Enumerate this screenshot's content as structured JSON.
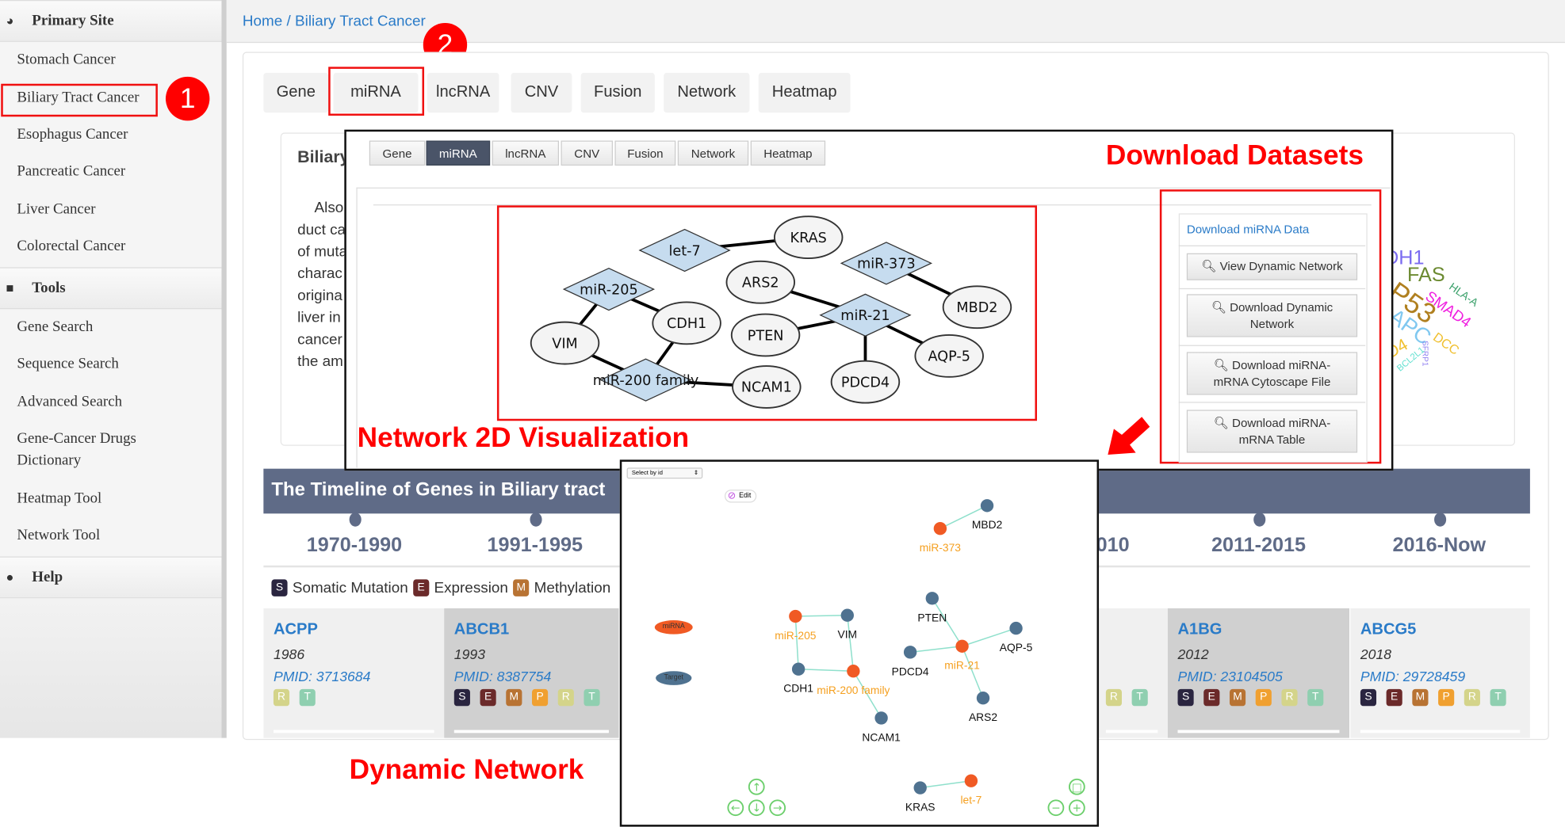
{
  "sidebar": {
    "primary_site_header": "Primary Site",
    "primary_items": [
      "Stomach Cancer",
      "Biliary Tract Cancer",
      "Esophagus Cancer",
      "Pancreatic Cancer",
      "Liver Cancer",
      "Colorectal Cancer"
    ],
    "tools_header": "Tools",
    "tool_items": [
      "Gene Search",
      "Sequence Search",
      "Advanced Search",
      "Gene-Cancer Drugs",
      "Dictionary",
      "Heatmap Tool",
      "Network Tool"
    ],
    "help_header": "Help"
  },
  "breadcrumb": "Home / Biliary Tract Cancer",
  "tabs": [
    "Gene",
    "miRNA",
    "lncRNA",
    "CNV",
    "Fusion",
    "Network",
    "Heatmap"
  ],
  "card": {
    "title": "Biliary",
    "text_lines": [
      "Also",
      "duct ca",
      "of muta",
      "charac",
      "origina",
      "liver in",
      "cancer",
      "the am"
    ]
  },
  "overlay": {
    "tabs": [
      "Gene",
      "miRNA",
      "lncRNA",
      "CNV",
      "Fusion",
      "Network",
      "Heatmap"
    ],
    "download_datasets_label": "Download Datasets",
    "network_2d_label": "Network 2D Visualization",
    "download_link": "Download miRNA Data",
    "buttons": [
      {
        "line1": "View Dynamic Network",
        "line2": ""
      },
      {
        "line1": "Download Dynamic",
        "line2": "Network"
      },
      {
        "line1": "Download miRNA-",
        "line2": "mRNA Cytoscape File"
      },
      {
        "line1": "Download miRNA-",
        "line2": "mRNA Table"
      }
    ],
    "network_nodes": [
      "let-7",
      "KRAS",
      "miR-373",
      "ARS2",
      "miR-205",
      "CDH1",
      "MBD2",
      "miR-21",
      "PTEN",
      "VIM",
      "AQP-5",
      "miR-200 family",
      "NCAM1",
      "PDCD4"
    ]
  },
  "wordcloud": [
    "DH1",
    "FAS",
    "HLA-A",
    "SMAD4",
    "P53",
    "APC",
    "DCC",
    "SFRP1",
    "BCL2L1",
    "D4"
  ],
  "timeline": {
    "title": "The Timeline of Genes in Biliary tract",
    "periods": [
      "1970-1990",
      "1991-1995",
      "010",
      "2011-2015",
      "2016-Now"
    ],
    "legend": [
      {
        "code": "S",
        "label": "Somatic Mutation"
      },
      {
        "code": "E",
        "label": "Expression"
      },
      {
        "code": "M",
        "label": "Methylation"
      }
    ],
    "genes": [
      {
        "name": "ACPP",
        "year": "1986",
        "pmid": "PMID: 3713684",
        "badges": [
          "R",
          "T"
        ]
      },
      {
        "name": "ABCB1",
        "year": "1993",
        "pmid": "PMID: 8387754",
        "badges": [
          "S",
          "E",
          "M",
          "P",
          "R",
          "T"
        ]
      },
      {
        "name": "",
        "year": "",
        "pmid": "",
        "badges": [
          "R",
          "T"
        ]
      },
      {
        "name": "A1BG",
        "year": "2012",
        "pmid": "PMID: 23104505",
        "badges": [
          "S",
          "E",
          "M",
          "P",
          "R",
          "T"
        ]
      },
      {
        "name": "ABCG5",
        "year": "2018",
        "pmid": "PMID: 29728459",
        "badges": [
          "S",
          "E",
          "M",
          "P",
          "R",
          "T"
        ]
      }
    ],
    "badge_colors": {
      "S": "#2a2540",
      "E": "#6b2a2a",
      "M": "#b87333",
      "P": "#f0a030",
      "R": "#d4d48a",
      "T": "#8fcfb0"
    }
  },
  "dynamic_network": {
    "label": "Dynamic Network",
    "select_placeholder": "Select by id",
    "edit_label": "Edit",
    "legend_mirna": "miRNA",
    "legend_target": "Target",
    "mirna_color": "#f05a24",
    "target_color": "#4f7290",
    "nodes": [
      "miR-373",
      "MBD2",
      "PTEN",
      "AQP-5",
      "miR-21",
      "PDCD4",
      "ARS2",
      "miR-205",
      "VIM",
      "CDH1",
      "miR-200 family",
      "NCAM1",
      "KRAS",
      "let-7"
    ]
  },
  "callouts": [
    "1",
    "2"
  ]
}
